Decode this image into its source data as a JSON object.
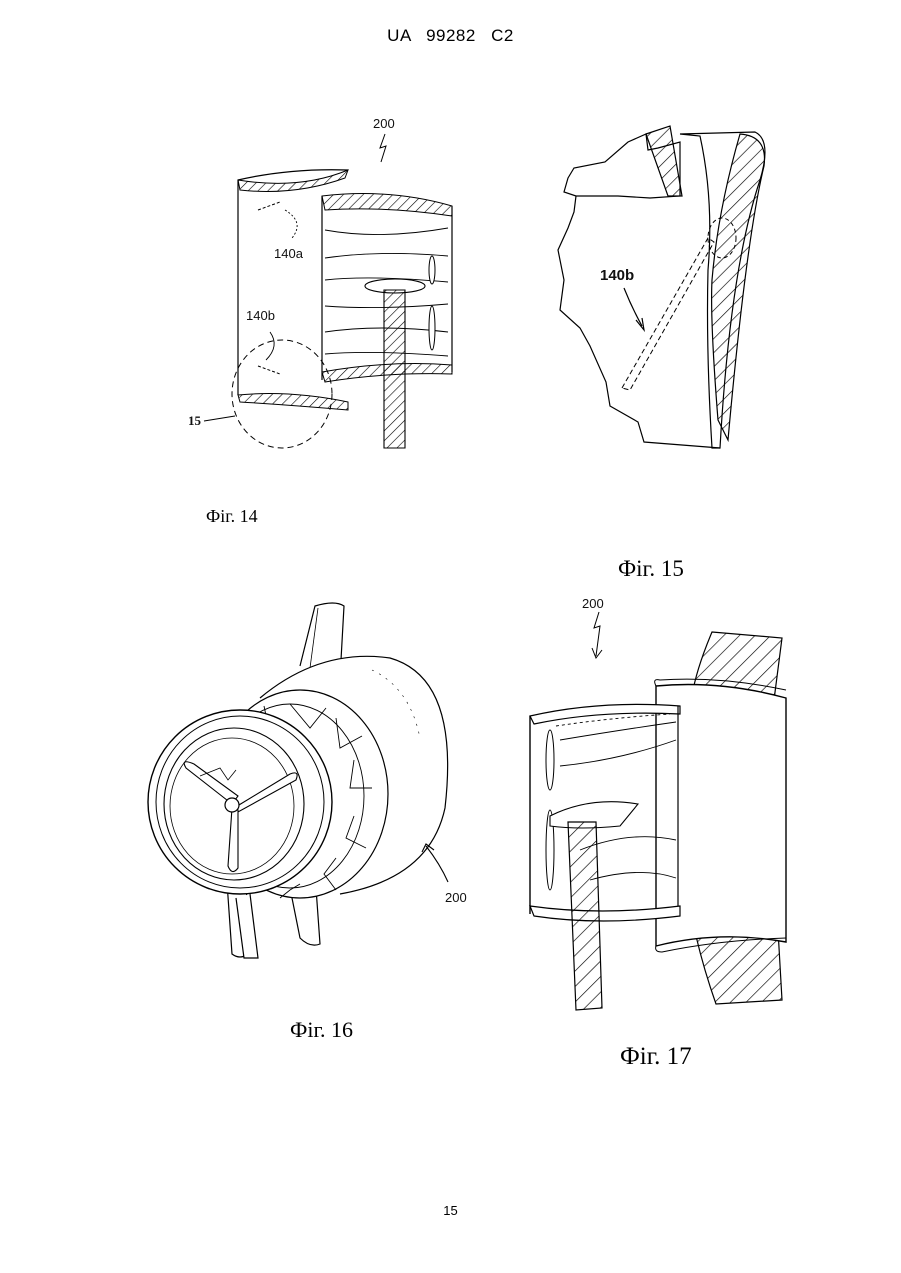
{
  "header": {
    "text": "UA   99282   C2"
  },
  "page_number": "15",
  "figures": [
    {
      "caption": "Фіг. 14",
      "labels": {
        "ref_200": "200",
        "ref_140a": "140a",
        "ref_140b": "140b",
        "ref_15": "15"
      }
    },
    {
      "caption": "Фіг. 15",
      "labels": {
        "ref_140b": "140b"
      }
    },
    {
      "caption": "Фіг. 16",
      "labels": {
        "ref_200": "200"
      }
    },
    {
      "caption": "Фіг. 17",
      "labels": {
        "ref_200": "200"
      }
    }
  ],
  "colors": {
    "ink": "#000000",
    "paper": "#ffffff"
  }
}
